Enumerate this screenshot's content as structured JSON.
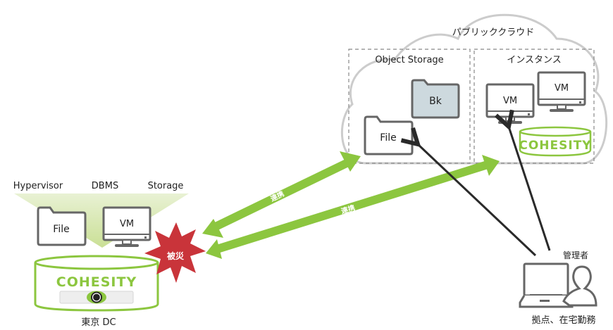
{
  "cloud": {
    "title": "パブリッククラウド",
    "object_storage": {
      "title": "Object Storage",
      "folders": [
        {
          "label": "Bk",
          "fill": "#cdd9de"
        },
        {
          "label": "File",
          "fill": "#ffffff"
        }
      ]
    },
    "instances": {
      "title": "インスタンス",
      "vms": [
        {
          "label": "VM"
        },
        {
          "label": "VM"
        }
      ],
      "cohesity_label": "COHESITY"
    }
  },
  "onprem": {
    "categories": [
      "Hypervisor",
      "DBMS",
      "Storage"
    ],
    "file_label": "File",
    "vm_label": "VM",
    "cohesity_label": "COHESITY",
    "site_label": "東京 DC"
  },
  "disaster": {
    "label": "被災",
    "color": "#c9343a"
  },
  "links": [
    {
      "label": "連携",
      "from": "東京 DC",
      "to": "Object Storage"
    },
    {
      "label": "連携",
      "from": "東京 DC",
      "to": "インスタンス"
    }
  ],
  "admin": {
    "role_label": "管理者",
    "location_label": "拠点、在宅勤務"
  },
  "colors": {
    "accent_green": "#8cc63f",
    "icon_gray": "#666666",
    "arrow_dark": "#2a2a2a",
    "cloud_outline": "#cccccc",
    "dashed": "#888888"
  }
}
